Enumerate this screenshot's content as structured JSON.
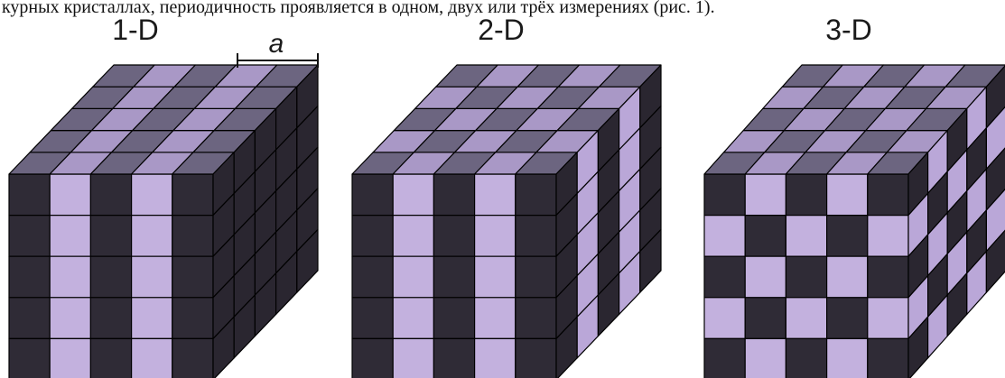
{
  "caption_text": "курных кристаллах, периодичность проявляется в одном, двух или трёх измерениях (рис. 1).",
  "panels": [
    {
      "label": "1-D"
    },
    {
      "label": "2-D"
    },
    {
      "label": "3-D"
    }
  ],
  "dimension_label": "a",
  "colors": {
    "dark_front": "#2f2b36",
    "dark_top": "#6c6580",
    "light_front": "#c3b1de",
    "light_top": "#a998c6",
    "dark_side": "#2a2630",
    "light_side": "#baa7d8",
    "edge": "#000000"
  }
}
